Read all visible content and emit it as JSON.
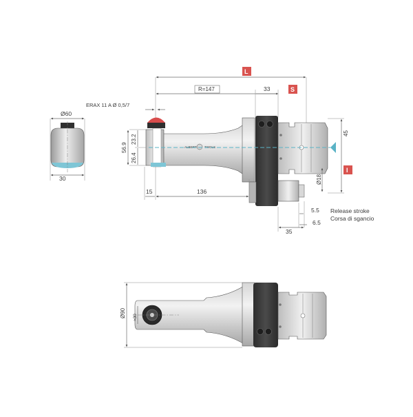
{
  "dimensions": {
    "side_diameter": "Ø60",
    "side_width": "30",
    "collet_label": "ERAX 11 A Ø 0,5/7",
    "overall_length_badge": "L",
    "radius": "R=147",
    "stroke_badge": "S",
    "flange_width": "33",
    "height_total": "56.9",
    "height_upper": "23.2",
    "height_lower": "26.4",
    "offset_left": "15",
    "arm_length": "136",
    "interface_badge": "I",
    "interface_height": "45",
    "shank_diameter": "Ø18",
    "release_stroke_value": "5.5",
    "release_stroke_total": "6.5",
    "release_offset": "35",
    "body_diameter": "Ø90",
    "lower_head": "≈30"
  },
  "captions": {
    "release_stroke_en": "Release stroke",
    "release_stroke_it": "Corsa di sgancio"
  },
  "body_labels": {
    "brand_left": "ALBERTI",
    "brand_right": "TWOLS"
  },
  "colors": {
    "badge": "#d9534f",
    "axis": "#5ab3c6",
    "cap_red": "#d84c4c",
    "dark_body": "#3b3b3b"
  }
}
